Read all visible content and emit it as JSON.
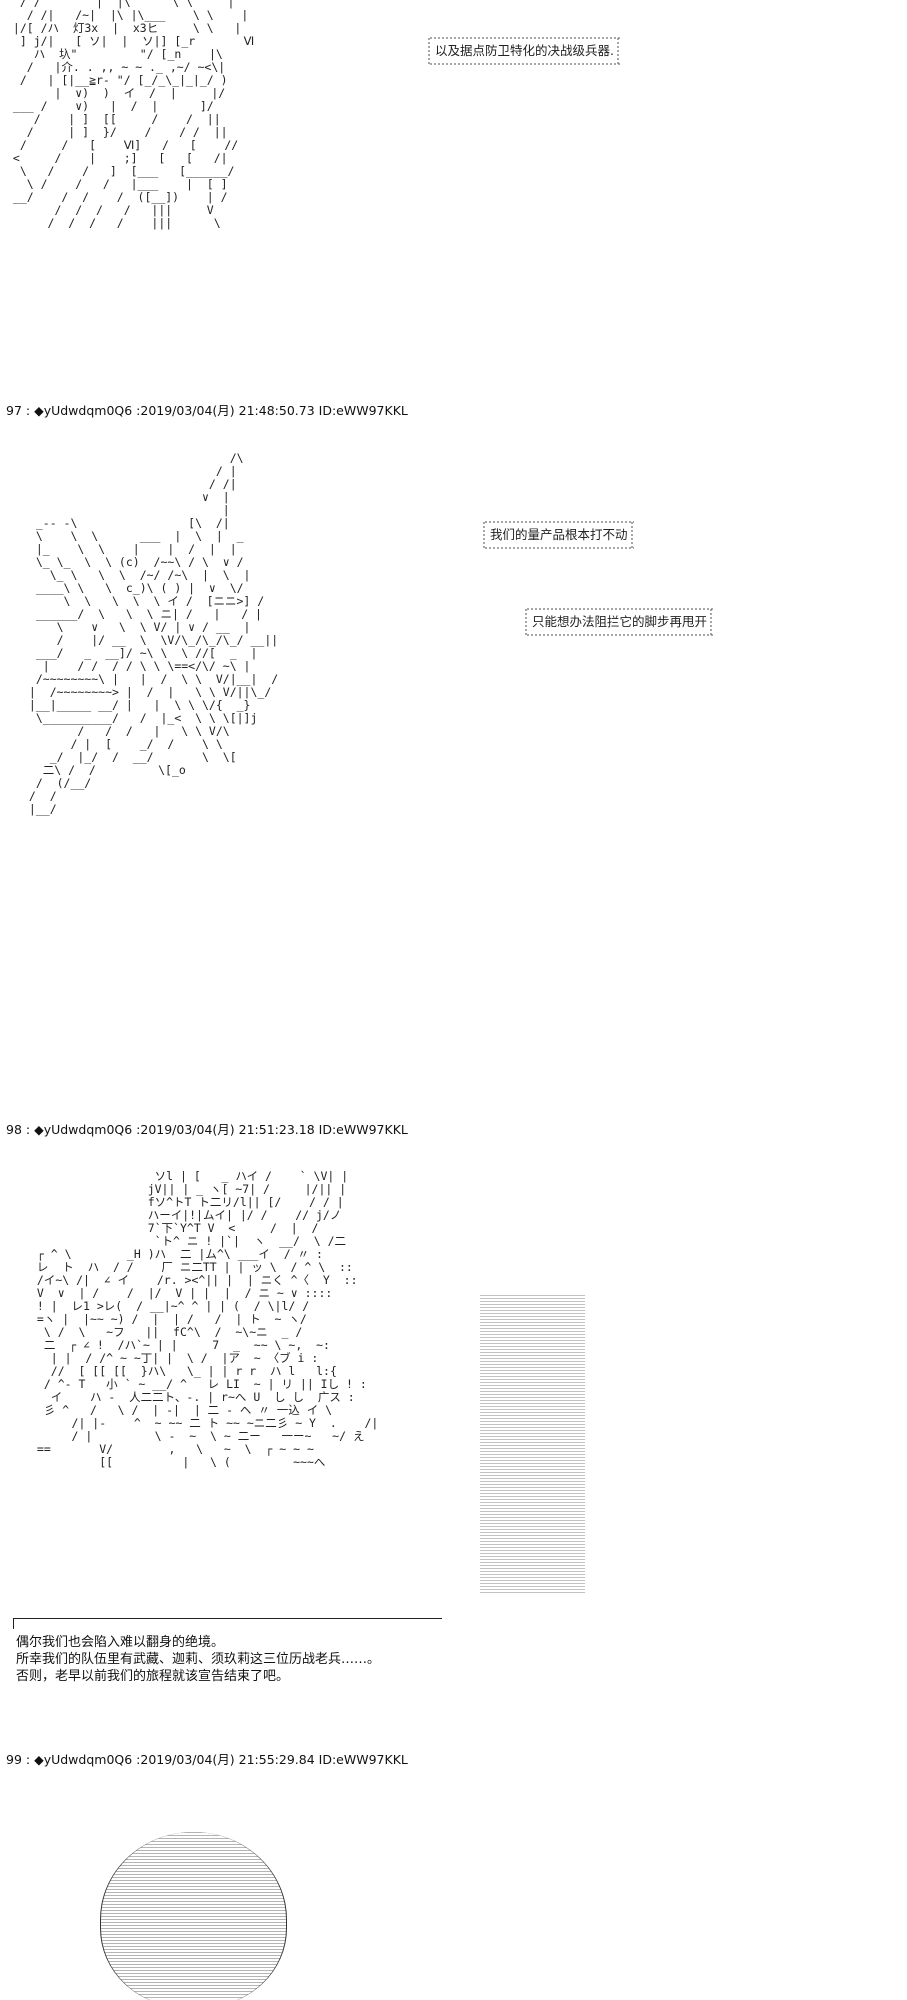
{
  "dialogues": {
    "d1": "以及据点防卫特化的决战级兵器.",
    "d2": "我们的量产品根本打不动",
    "d3": "只能想办法阻拦它的脚步再甩开"
  },
  "posts": [
    {
      "number": "97",
      "name": "◆yUdwdqm0Q6",
      "date": "2019/03/04(月) 21:48:50.73",
      "id": "ID:eWW97KKL"
    },
    {
      "number": "98",
      "name": "◆yUdwdqm0Q6",
      "date": "2019/03/04(月) 21:51:23.18",
      "id": "ID:eWW97KKL"
    },
    {
      "number": "99",
      "name": "◆yUdwdqm0Q6",
      "date": "2019/03/04(月) 21:55:29.84",
      "id": "ID:eWW97KKL"
    }
  ],
  "narration": {
    "line1": "偶尔我们也会陷入难以翻身的绝境。",
    "line2": "所幸我们的队伍里有武藏、迦莉、须玖莉这三位历战老兵……。",
    "line3": "否则，老早以前我们的旅程就该宣告结束了吧。"
  },
  "ascii_art": {
    "art1": "  / /        |  |\\      \\ \\     |\n   / /|   /~|  |\\ |\\___    \\ \\    |\n |/[ /ハ  灯3x  |  x3ヒ     \\ \\   |\n  ] j/|   [ ソ|  |  ソ|] [_r       Ⅵ\n    ハ  圦\"         \"/ [_n    |\\\n   /   |介. . ,, ~ ~ ._ ,~/ ~<\\|\n  /   | [|__≧r- \"/ [_/_\\_|_|_/ )\n       |  ∨)  )  イ  /  |     |/\n ___ /    ∨)   |  /  |      ]/\n    /    | ]  [[     /    /  ||\n   /     | ]  }/    /    / /  ||\n  /     /   [    Ⅵ]   /   [    //\n <     /    |    ;]   [   [   /|\n  \\   /    /   ]  [___   [______/\n   \\ /    /   /   |___    |  [ ]\n __/    /  /    /  ([__])    | /\n       /  /  /   /   |||     V\n      /  /  /   /    |||      \\",
    "art2": "                              /\\\n                            / |\n                           / /|\n                          ∨  |\n                             |\n  _-- -\\                [\\  /|\n  \\    \\  \\      ___  |  \\  |  _\n  |_    \\  \\    |    |  /  |  |\n  \\_ \\_  \\  \\ (c)  /~~\\ / \\  ∨ /\n    \\_ \\   \\  \\  /~/ /~\\  |  \\  |\n  ____\\ \\   \\  c_)\\ ( ) |  ∨  \\/\n      \\  \\   \\  \\  \\ イ /  [ニニ>] /\n  ______/  \\   \\  \\ ニ| /   |   / |\n     \\    ∨   \\  \\ V/ | ∨ / __  |\n     /    |/ __  \\  \\V/\\_/\\_/\\_/ __||\n  ___/   _  __]/ ~\\ \\  \\ //[  _  |\n   |    / /  / / \\ \\ \\==</\\/ ~\\ |\n  /~~~~~~~~\\ |   |  /  \\ \\  V/|__|  /\n |  /~~~~~~~~> |  /  |   \\ \\ V/||\\_/\n |__|_____ __/ |   |  \\ \\ \\/{  _}\n  \\__________/   /  |_<  \\ \\ \\[|]j\n        /   /  /   |   \\ \\ V/\\\n       / |  [    _/  /    \\ \\\n    _/  |_/  /  __/       \\  \\[\n   二\\ /  /         \\[_o\n  /  (/__/\n /  /\n |__/",
    "art3": "                  ソl | [   _ ハイ /    ` \\V| |\n                 jV|| | _ ヽ[ ~7| /     |/|| |\n                 fソ^トT ト二リ/l|| [/    / / |\n                 ハーイ|!|ムイ| |/ /    // j/ノ\n                 7`下`Y^T V  <     /  |  /\n                  `ト^ ニ ! |`|  ヽ  __/  \\ /二\n ┌ ^ \\        _H )ハ  二 |ム^\\ ___イ  / 〃 :\n レ  ト  ハ  / /    厂 ニ二TT | | ッ \\  / ^ \\  ::\n /イ~\\ /|  ∠ イ    /r. ><^|| |  | ニく ^〈  Y  ::\n V  ∨  | /    /  |/  V | |  |  / ニ ~ ∨ ::::\n ! |  レ1 >レ(  / __|~^ ^ | | (  / \\|l/ /\n =ヽ |  |~~ ~) /  |  | /   /  | ト  ~ ヽ/\n  \\ /  \\   ~フ   ||  fC^\\  /  ~\\~ニ  _ /\n  二  ┌ ∠ !  /ハ`~ | |     7  _  ~~ \\ ~,  ~:\n   | |  / /^ ~ ~丁| |  \\ /  |ア  ~ 〈ブ i :\n   //  [ [[ [[  }ハ\\   \\_ | | r r  ハ l   l:{\n  / ^- T   小 ` ~ __/ ^   レ LI  ~ | リ || Iし ! :\n   イ    ハ -  人二二ト、-. | r~へ U  し し  广ス :\n  彡 ^   /   \\ /  | -|  | 二 - ヘ 〃 一込 イ \\\n      /| |-    ^  ~ ~~ 二 ト ~~ ~ニ二彡 ~ Y  .    /|\n      / |         \\ -  ~  \\ ~ 二ー   一ー~   ~/ え\n ==       V/        ,   \\   ~  \\  ┌ ~ ~ ~\n          [[          |   \\ (         ~~~へ"
  }
}
